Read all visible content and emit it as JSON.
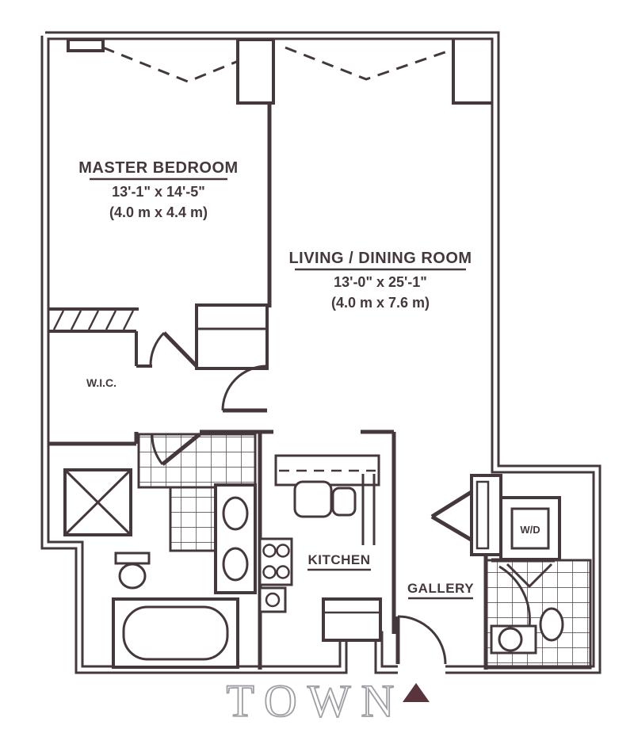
{
  "title": "One-bedroom apartment floor plan",
  "colors": {
    "ink": "#45383d",
    "paper": "#ffffff",
    "watermark_stroke": "#a09ea5",
    "watermark_arrow_fill": "#5a343c"
  },
  "rooms": {
    "master_bedroom": {
      "name": "MASTER BEDROOM",
      "dim_ft": "13'-1\" x 14'-5\"",
      "dim_m": "(4.0 m x 4.4 m)"
    },
    "living_dining": {
      "name": "LIVING / DINING ROOM",
      "dim_ft": "13'-0\" x 25'-1\"",
      "dim_m": "(4.0 m x 7.6 m)"
    },
    "wic": {
      "name": "W.I.C."
    },
    "kitchen": {
      "name": "KITCHEN"
    },
    "gallery": {
      "name": "GALLERY"
    },
    "washer_dryer": {
      "name": "W/D"
    }
  },
  "watermark": {
    "text": "TOWN",
    "arrow_icon": "triangle-up"
  }
}
